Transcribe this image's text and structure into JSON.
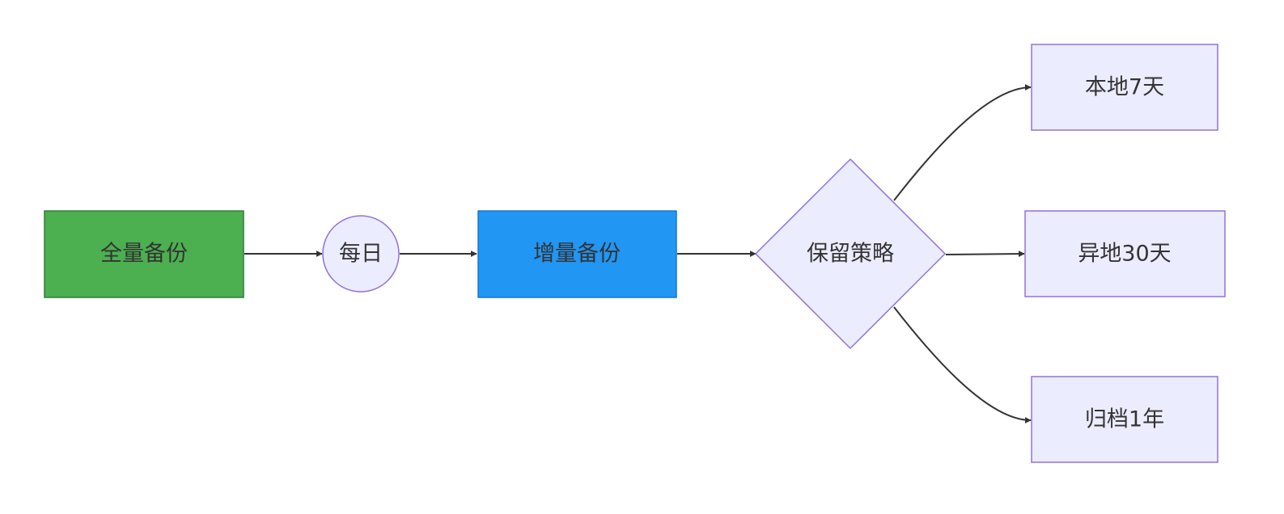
{
  "nodes": {
    "full_backup": {
      "label": "全量备份",
      "fill": "#4CAF50",
      "stroke": "#2E7D32"
    },
    "daily": {
      "label": "每日",
      "fill": "#ECECFF",
      "stroke": "#9370DB"
    },
    "incremental_backup": {
      "label": "增量备份",
      "fill": "#2196F3",
      "stroke": "#1976D2"
    },
    "retention_policy": {
      "label": "保留策略",
      "fill": "#ECECFF",
      "stroke": "#9370DB"
    },
    "local_7_days": {
      "label": "本地7天",
      "fill": "#ECECFF",
      "stroke": "#9370DB"
    },
    "offsite_30_days": {
      "label": "异地30天",
      "fill": "#ECECFF",
      "stroke": "#9370DB"
    },
    "archive_1_year": {
      "label": "归档1年",
      "fill": "#ECECFF",
      "stroke": "#9370DB"
    }
  },
  "edges": [
    {
      "from": "full_backup",
      "to": "daily"
    },
    {
      "from": "daily",
      "to": "incremental_backup"
    },
    {
      "from": "incremental_backup",
      "to": "retention_policy"
    },
    {
      "from": "retention_policy",
      "to": "local_7_days"
    },
    {
      "from": "retention_policy",
      "to": "offsite_30_days"
    },
    {
      "from": "retention_policy",
      "to": "archive_1_year"
    }
  ],
  "colors": {
    "edge": "#333333",
    "text": "#333333"
  }
}
